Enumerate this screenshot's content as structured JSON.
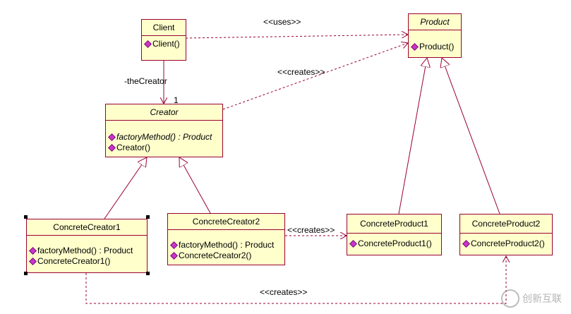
{
  "classes": {
    "client": {
      "name": "Client",
      "ops": [
        "Client()"
      ]
    },
    "product": {
      "name": "Product",
      "ops": [
        "Product()"
      ]
    },
    "creator": {
      "name": "Creator",
      "ops": [
        "factoryMethod() : Product",
        "Creator()"
      ]
    },
    "concrete_creator1": {
      "name": "ConcreteCreator1",
      "ops": [
        "factoryMethod() : Product",
        "ConcreteCreator1()"
      ]
    },
    "concrete_creator2": {
      "name": "ConcreteCreator2",
      "ops": [
        "factoryMethod() : Product",
        "ConcreteCreator2()"
      ]
    },
    "concrete_product1": {
      "name": "ConcreteProduct1",
      "ops": [
        "ConcreteProduct1()"
      ]
    },
    "concrete_product2": {
      "name": "ConcreteProduct2",
      "ops": [
        "ConcreteProduct2()"
      ]
    }
  },
  "labels": {
    "uses": "<<uses>>",
    "creates_top": "<<creates>>",
    "creates_mid": "<<creates>>",
    "creates_bottom": "<<creates>>",
    "role_the_creator": "-theCreator",
    "multiplicity": "1"
  },
  "watermark": "创新互联",
  "colors": {
    "box_fill": "#ffffcc",
    "box_border": "#990033",
    "line": "#990033",
    "op_icon": "#cc33cc"
  }
}
